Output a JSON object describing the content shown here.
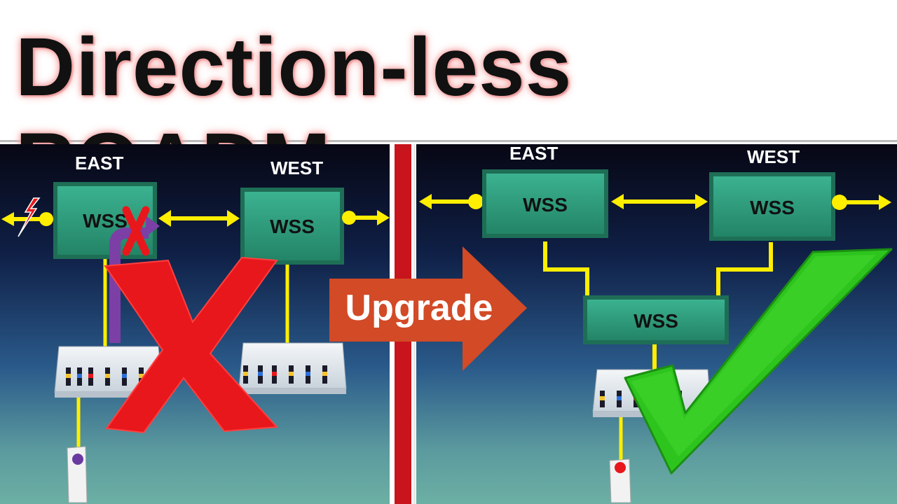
{
  "title": "Direction-less ROADM",
  "left": {
    "east_label": "EAST",
    "west_label": "WEST",
    "east_wss": "WSS",
    "west_wss": "WSS"
  },
  "arrow_label": "Upgrade",
  "right": {
    "east_label": "EAST",
    "west_label": "WEST",
    "east_wss": "WSS",
    "west_wss": "WSS",
    "center_wss": "WSS"
  },
  "colors": {
    "wss_fill": "#2e9d7e",
    "link": "#ffee00",
    "divider": "#c8141c",
    "arrow": "#d24a26",
    "cross": "#e8171c",
    "check": "#2ec41e",
    "purple_path": "#7b3fa6"
  },
  "icons": [
    "lightning-icon",
    "red-x-icon",
    "green-check-icon",
    "small-x-icon"
  ]
}
